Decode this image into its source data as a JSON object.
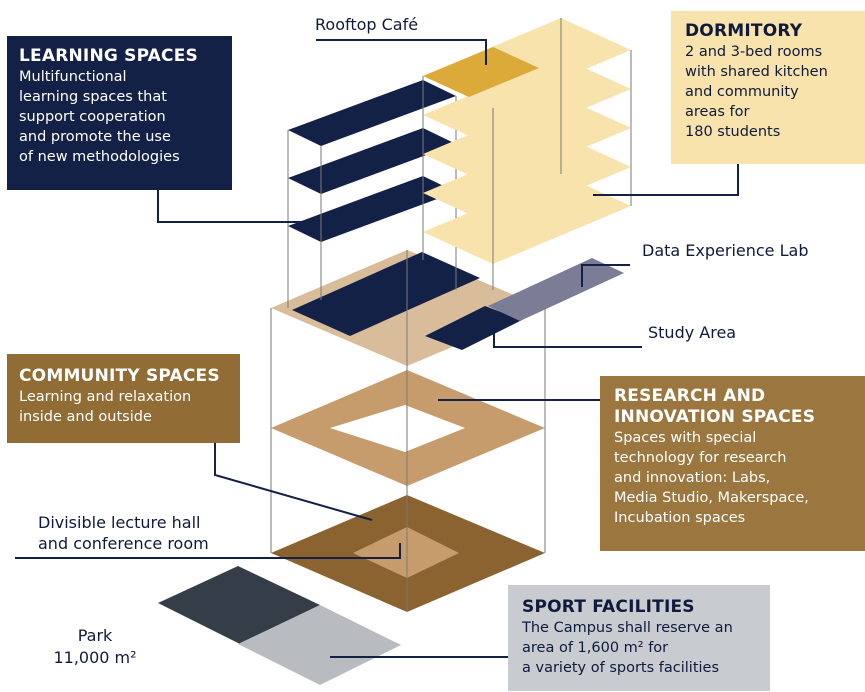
{
  "rooftop_cafe": "Rooftop Café",
  "learning_spaces": {
    "title": "LEARNING SPACES",
    "lines": [
      "Multifunctional",
      "learning spaces that",
      "support cooperation",
      "and promote the use",
      "of new methodologies"
    ]
  },
  "dormitory": {
    "title": "DORMITORY",
    "lines": [
      "2 and 3-bed rooms",
      "with shared kitchen",
      "and community",
      "areas for",
      "180 students"
    ]
  },
  "data_experience_lab": "Data Experience Lab",
  "study_area": "Study Area",
  "community_spaces": {
    "title": "COMMUNITY SPACES",
    "lines": [
      "Learning and relaxation",
      "inside and outside"
    ]
  },
  "research_innovation": {
    "title_lines": [
      "RESEARCH AND",
      "INNOVATION SPACES"
    ],
    "lines": [
      "Spaces with special",
      "technology for research",
      "and innovation: Labs,",
      "Media Studio, Makerspace,",
      "Incubation spaces"
    ]
  },
  "lecture_hall": [
    "Divisible lecture hall",
    "and conference room"
  ],
  "sport_facilities": {
    "title": "SPORT FACILITIES",
    "lines": [
      "The Campus shall reserve an",
      "area of 1,600 m² for",
      "a variety of sports facilities"
    ]
  },
  "park": [
    "Park",
    "11,000 m²"
  ],
  "colors": {
    "navy": "#142147",
    "gold_light": "#f8e3ad",
    "gold_dark": "#dcaa39",
    "beige": "#d9bc99",
    "brown": "#8a6330",
    "brown_box": "#916c35",
    "research_box": "#9b763f",
    "light_brown": "#c69c6c",
    "tan": "#d6a877",
    "grey_lab": "#7b7d97",
    "sport_box": "#c8cbd0",
    "dark_slate": "#343d48",
    "grey_park": "#b8bbbf"
  }
}
